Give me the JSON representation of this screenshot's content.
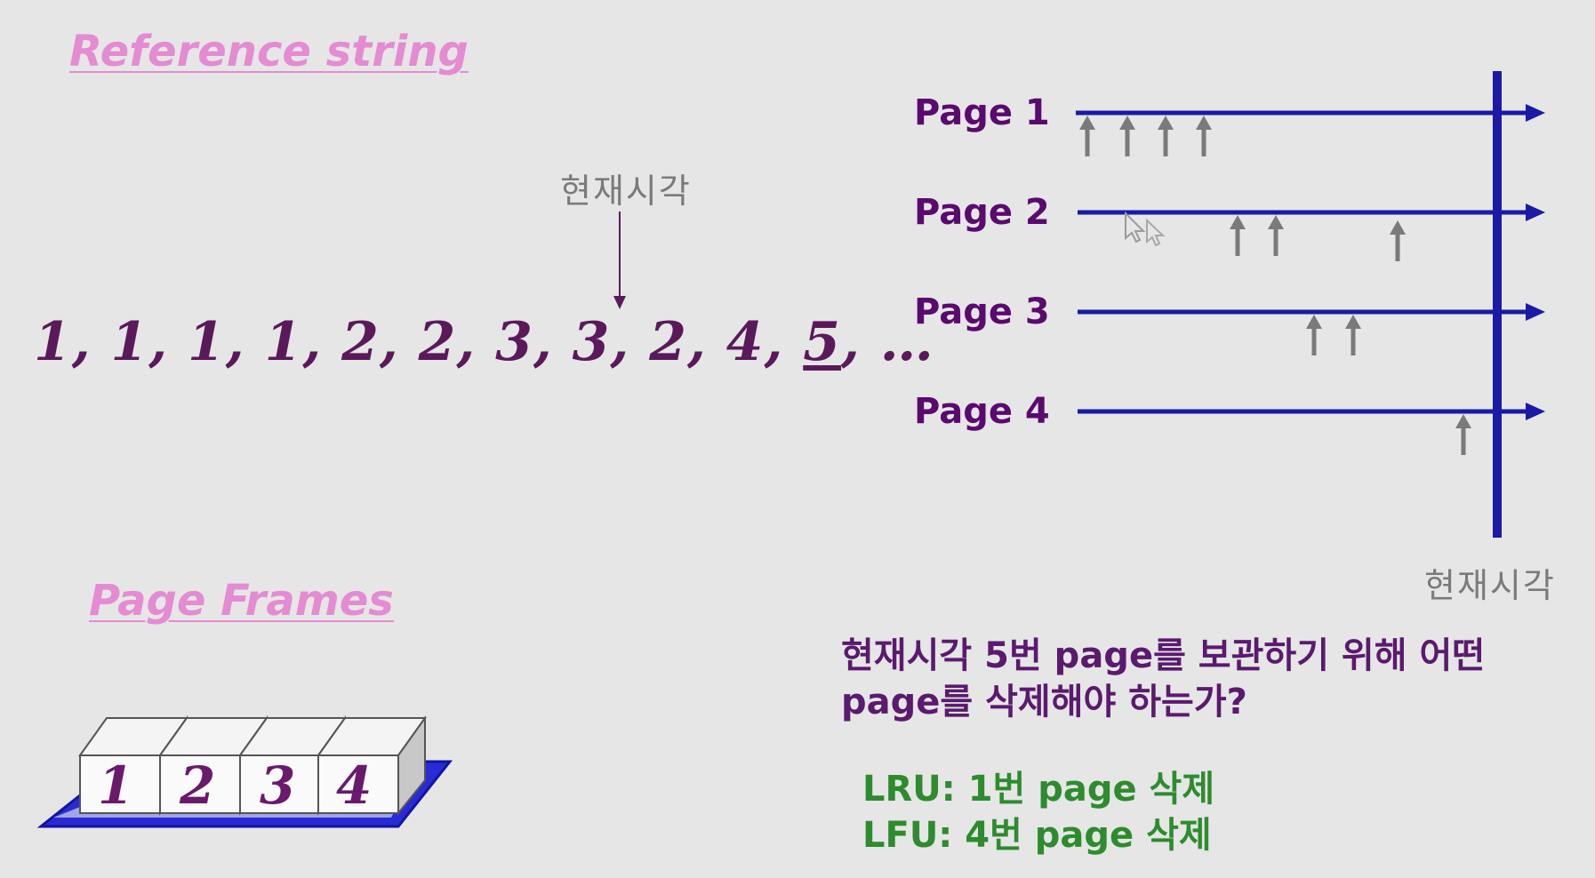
{
  "reference": {
    "heading": "Reference string",
    "sequence_before": "1, 1, 1, 1, 2, 2, 3, 3, 2, 4, ",
    "current": "5",
    "sequence_after": ", …",
    "now_label": "현재시각"
  },
  "frames": {
    "heading": "Page Frames",
    "slots": [
      "1",
      "2",
      "3",
      "4"
    ]
  },
  "timeline": {
    "pages": [
      {
        "label": "Page 1",
        "references": 4
      },
      {
        "label": "Page 2",
        "references": 3
      },
      {
        "label": "Page 3",
        "references": 2
      },
      {
        "label": "Page 4",
        "references": 1
      }
    ],
    "now_label": "현재시각"
  },
  "question": {
    "line1": "현재시각 5번 page를 보관하기 위해 어떤",
    "line2": "page를 삭제해야 하는가?"
  },
  "answers": {
    "lru": "LRU: 1번 page 삭제",
    "lfu": "LFU: 4번 page 삭제"
  },
  "colors": {
    "background": "#e6e6e6",
    "heading": "#e48bd2",
    "timeline": "#1a1aa6",
    "arrow": "#7a7a7a",
    "answer": "#2e8b2e"
  }
}
